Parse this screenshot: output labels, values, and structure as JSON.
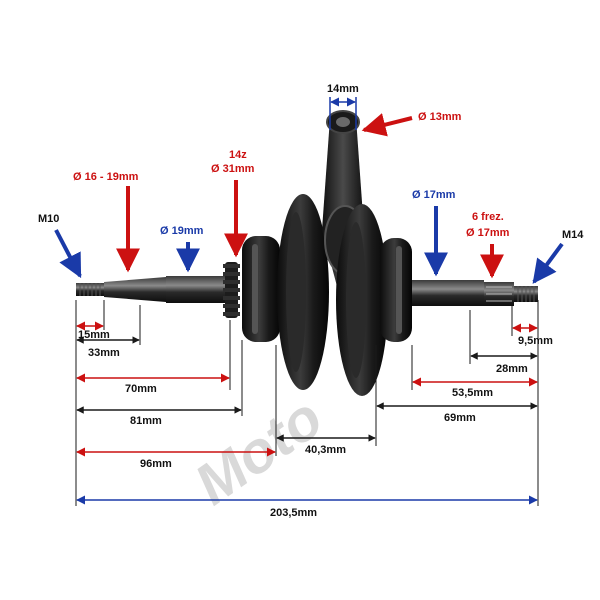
{
  "watermark": "Moto",
  "colors": {
    "red_arrow": "#cc1111",
    "blue_arrow": "#1a3aa8",
    "dimension_line": "#1a1a1a",
    "part": "#151515"
  },
  "labels": {
    "rod_width": "14mm",
    "pin_diameter": "Ø 13mm",
    "sprocket_teeth": "14z",
    "sprocket_diameter": "Ø 31mm",
    "taper_diameter": "Ø 16 - 19mm",
    "thread_left": "M10",
    "shaft_left_diameter": "Ø 19mm",
    "shaft_right_diameter": "Ø 17mm",
    "spline_count": "6 frez.",
    "spline_diameter": "Ø 17mm",
    "thread_right": "M14"
  },
  "dimensions": {
    "d15": "15mm",
    "d33": "33mm",
    "d70": "70mm",
    "d81": "81mm",
    "d96": "96mm",
    "d40_3": "40,3mm",
    "d9_5": "9,5mm",
    "d28": "28mm",
    "d53_5": "53,5mm",
    "d69": "69mm",
    "total": "203,5mm"
  }
}
